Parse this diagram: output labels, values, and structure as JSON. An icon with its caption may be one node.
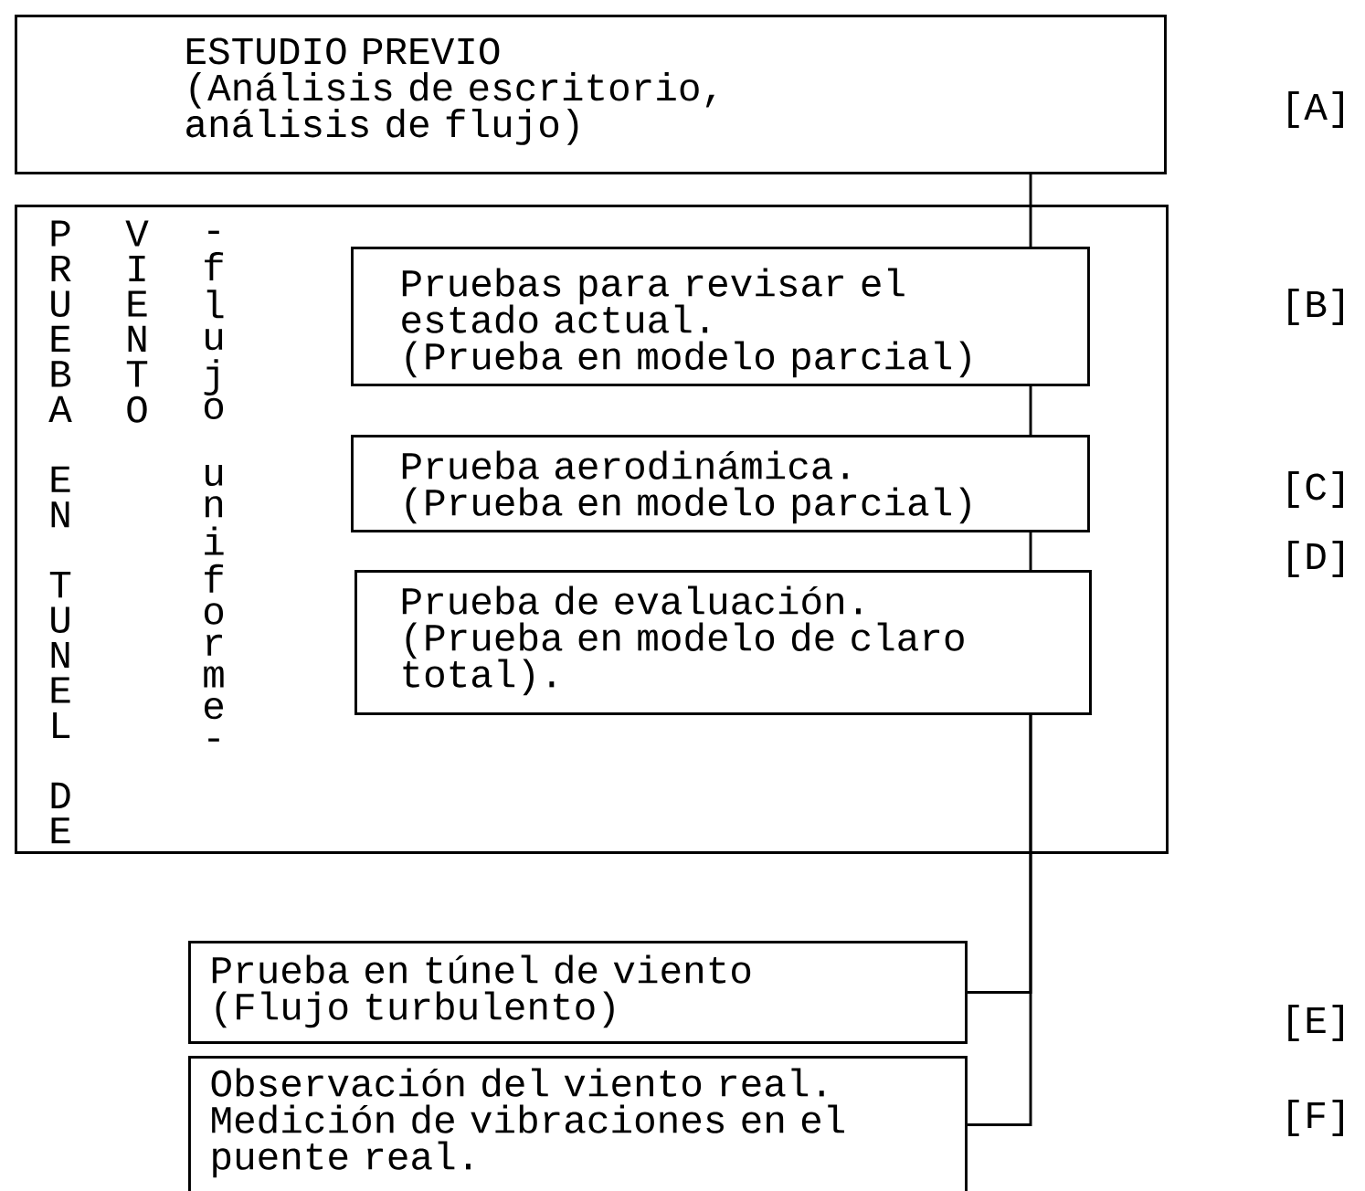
{
  "diagram": {
    "nodes": [
      {
        "text": [
          "ESTUDIO PREVIO",
          "(Análisis de escritorio, análisis de flujo)"
        ]
      },
      {
        "text": [
          "PRUEBA EN TUNEL DE",
          "VIENTO",
          "-flujo uniforme-"
        ]
      },
      {
        "text": [
          "Pruebas para revisar el estado actual.",
          "(Prueba en modelo parcial)"
        ],
        "in": 1
      },
      {
        "text": [
          "Prueba aerodinámica.",
          "(Prueba en modelo parcial)"
        ],
        "in": 1
      },
      {
        "text": [
          "Prueba de evaluación.",
          "(Prueba en modelo de claro total)."
        ],
        "in": 1
      },
      {
        "text": [
          "Prueba en túnel de viento",
          "(Flujo turbulento)"
        ]
      },
      {
        "text": [
          "Observación del viento real.",
          "Medición de vibraciones en el puente real."
        ]
      }
    ],
    "edges": [
      {
        "from": 0,
        "to": 2,
        "arrow": "none"
      },
      {
        "from": 2,
        "to": 3,
        "arrow": "none"
      },
      {
        "from": 3,
        "to": 4,
        "arrow": "none"
      },
      {
        "from": 4,
        "to": 5,
        "arrow": "none"
      },
      {
        "from": 4,
        "to": 6,
        "arrow": "none"
      }
    ],
    "labels": [
      "[A]",
      "[B]",
      "[C]",
      "[D]",
      "[E]",
      "[F]"
    ]
  }
}
